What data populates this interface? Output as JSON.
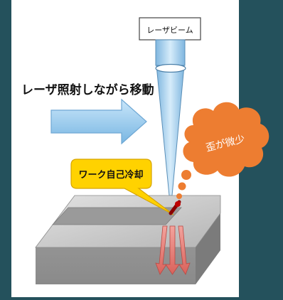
{
  "diagram": {
    "laser_label": "レーザビーム",
    "process_label": "レーザ照射しながら移動",
    "cooling_label": "ワーク自己冷却",
    "distortion_label": "歪が微少"
  },
  "colors": {
    "background": "#24515c",
    "panel": "#ffffff",
    "beam": "#a9d3ef",
    "arrow": "#9ecff0",
    "cloud": "#ed7d31",
    "callout": "#ffd200",
    "workpiece_top": "#c8c8c8",
    "groove": "#9a9a9a",
    "heat_arrows": "#e8807a"
  }
}
